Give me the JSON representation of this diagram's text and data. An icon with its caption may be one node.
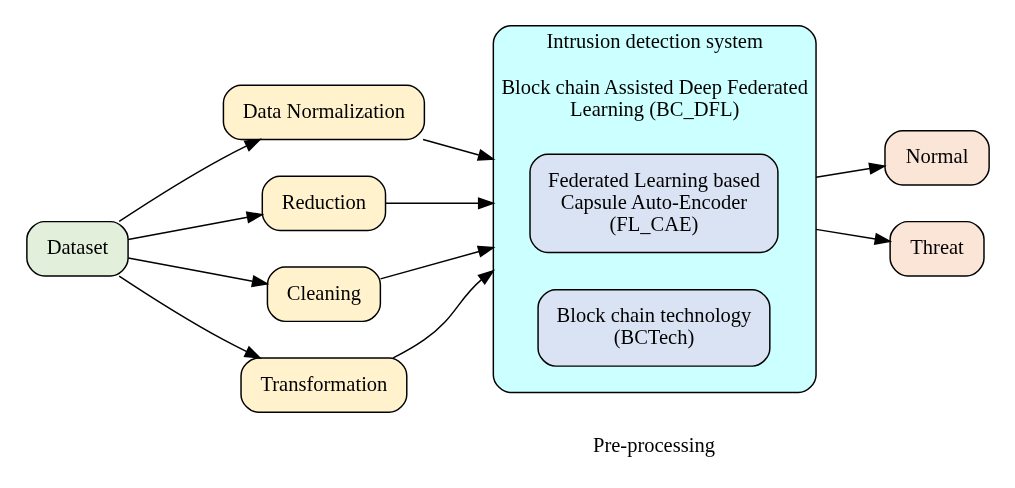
{
  "diagram": {
    "nodes": [
      {
        "text": [
          "Dataset"
        ]
      },
      {
        "text": [
          "Data Normalization"
        ]
      },
      {
        "text": [
          "Reduction"
        ]
      },
      {
        "text": [
          "Cleaning"
        ]
      },
      {
        "text": [
          "Transformation"
        ]
      },
      {
        "text": [
          "Intrusion detection system",
          "Block chain Assisted Deep Federated Learning (BC_DFL)"
        ]
      },
      {
        "text": [
          "Federated Learning based Capsule Auto-Encoder (FL_CAE)"
        ],
        "in": 5
      },
      {
        "text": [
          "Block chain technology (BCTech)"
        ],
        "in": 5
      },
      {
        "text": [
          "Normal"
        ]
      },
      {
        "text": [
          "Threat"
        ]
      }
    ],
    "edges": [
      {
        "from": 0,
        "to": 1,
        "arrow": "to"
      },
      {
        "from": 0,
        "to": 2,
        "arrow": "to"
      },
      {
        "from": 0,
        "to": 3,
        "arrow": "to"
      },
      {
        "from": 0,
        "to": 4,
        "arrow": "to"
      },
      {
        "from": 1,
        "to": 5,
        "arrow": "to"
      },
      {
        "from": 2,
        "to": 5,
        "arrow": "to"
      },
      {
        "from": 3,
        "to": 5,
        "arrow": "to"
      },
      {
        "from": 4,
        "to": 5,
        "arrow": "to"
      },
      {
        "from": 5,
        "to": 8,
        "arrow": "to"
      },
      {
        "from": 5,
        "to": 9,
        "arrow": "to"
      }
    ],
    "labels": [
      "Pre-processing"
    ]
  }
}
